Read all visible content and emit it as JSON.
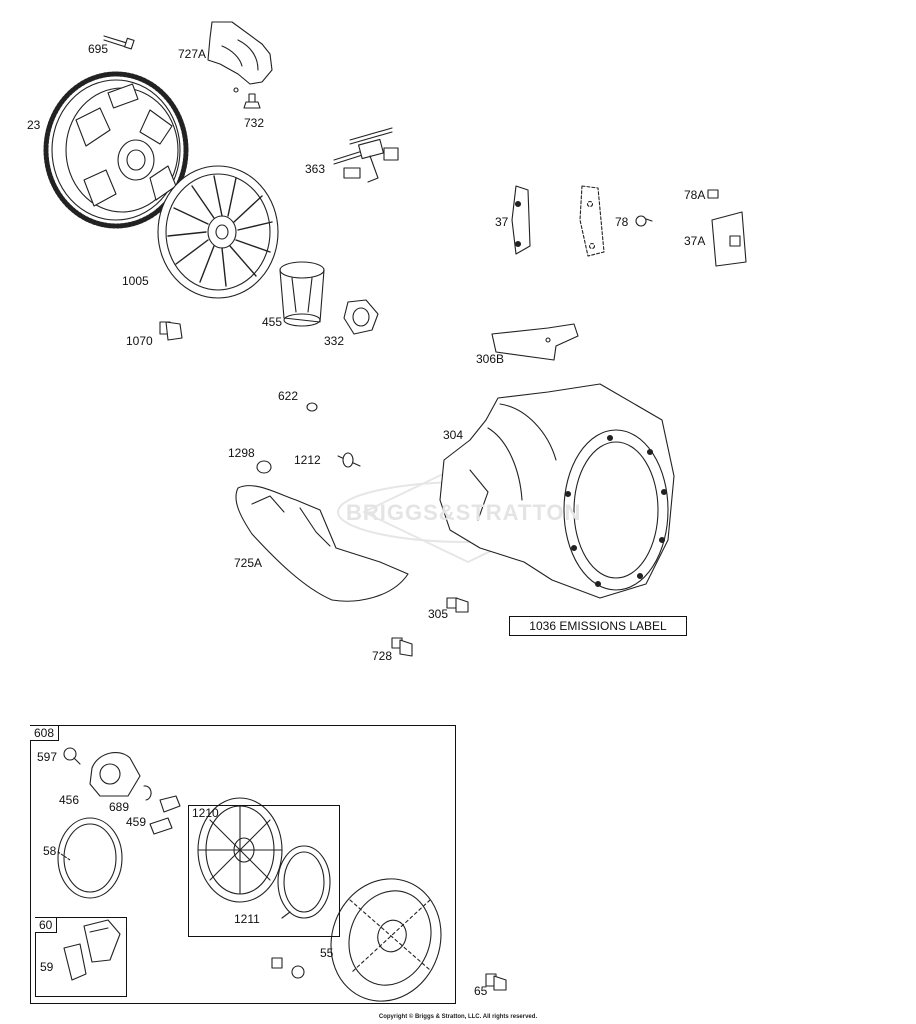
{
  "parts": [
    {
      "id": "p695",
      "label": "695"
    },
    {
      "id": "p727a",
      "label": "727A"
    },
    {
      "id": "p23",
      "label": "23"
    },
    {
      "id": "p732",
      "label": "732"
    },
    {
      "id": "p363",
      "label": "363"
    },
    {
      "id": "p1005",
      "label": "1005"
    },
    {
      "id": "p455",
      "label": "455"
    },
    {
      "id": "p332",
      "label": "332"
    },
    {
      "id": "p1070",
      "label": "1070"
    },
    {
      "id": "p37",
      "label": "37"
    },
    {
      "id": "p78",
      "label": "78"
    },
    {
      "id": "p78a",
      "label": "78A"
    },
    {
      "id": "p37a",
      "label": "37A"
    },
    {
      "id": "p306b",
      "label": "306B"
    },
    {
      "id": "p622",
      "label": "622"
    },
    {
      "id": "p304",
      "label": "304"
    },
    {
      "id": "p1298",
      "label": "1298"
    },
    {
      "id": "p1212",
      "label": "1212"
    },
    {
      "id": "p725a",
      "label": "725A"
    },
    {
      "id": "p305",
      "label": "305"
    },
    {
      "id": "p728",
      "label": "728"
    },
    {
      "id": "p597",
      "label": "597"
    },
    {
      "id": "p456",
      "label": "456"
    },
    {
      "id": "p689",
      "label": "689"
    },
    {
      "id": "p459",
      "label": "459"
    },
    {
      "id": "p58",
      "label": "58"
    },
    {
      "id": "p1211",
      "label": "1211"
    },
    {
      "id": "p59",
      "label": "59"
    },
    {
      "id": "p55",
      "label": "55"
    },
    {
      "id": "p65",
      "label": "65"
    }
  ],
  "groups": {
    "g608": "608",
    "g1210": "1210",
    "g60": "60"
  },
  "emissions_label": "1036 EMISSIONS LABEL",
  "watermark": "BRIGGS&STRATTON",
  "copyright": "Copyright © Briggs & Stratton, LLC. All rights reserved."
}
